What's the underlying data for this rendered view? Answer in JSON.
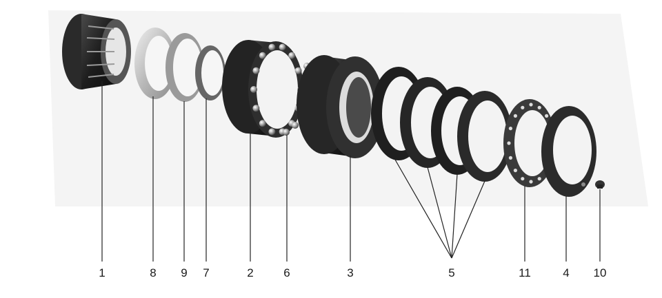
{
  "callouts": [
    {
      "id": "1",
      "label": "1"
    },
    {
      "id": "8",
      "label": "8"
    },
    {
      "id": "9",
      "label": "9"
    },
    {
      "id": "7",
      "label": "7"
    },
    {
      "id": "2",
      "label": "2"
    },
    {
      "id": "6",
      "label": "6"
    },
    {
      "id": "3",
      "label": "3"
    },
    {
      "id": "5",
      "label": "5"
    },
    {
      "id": "11",
      "label": "11"
    },
    {
      "id": "4",
      "label": "4"
    },
    {
      "id": "10",
      "label": "10"
    }
  ],
  "colors": {
    "part_dark": "#1c1c1c",
    "part_mid": "#3a3a3a",
    "part_light": "#bdbdbd",
    "steel": "#cfcfcf",
    "leader": "#222222",
    "backdrop": "#f2f2f2"
  }
}
